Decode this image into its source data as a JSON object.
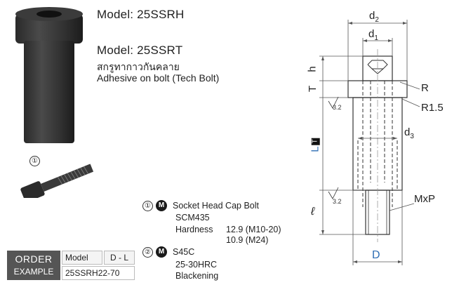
{
  "product": {
    "model_1": "Model: 25SSRH",
    "model_2": "Model: 25SSRT",
    "thai_note": "สกรูทากาวกันคลาย",
    "adhesive_note": "Adhesive on bolt (Tech Bolt)"
  },
  "parts": [
    {
      "number": "①",
      "badge": "M",
      "lines": [
        "Socket Head Cap Bolt",
        "SCM435"
      ],
      "hardness_label": "Hardness",
      "hardness_values": [
        "12.9 (M10-20)",
        "10.9 (M24)"
      ]
    },
    {
      "number": "②",
      "badge": "M",
      "lines": [
        "S45C",
        "25-30HRC",
        "Blackening"
      ]
    }
  ],
  "bolt_callout": "①",
  "order": {
    "label_top": "ORDER",
    "label_bottom": "EXAMPLE",
    "col_model": "Model",
    "col_dl": "D - L",
    "example": "25SSRH22-70"
  },
  "drawing": {
    "d2": "d",
    "d2_sub": "2",
    "d1": "d",
    "d1_sub": "1",
    "d3": "d",
    "d3_sub": "3",
    "h": "h",
    "T": "T",
    "L": "L",
    "LT_badge": "T",
    "ell": "ℓ",
    "R": "R",
    "R15": "R1.5",
    "MxP": "MxP",
    "D": "D",
    "rough1": "3.2",
    "rough2": "3.2",
    "colors": {
      "blue": "#2e6db4",
      "line": "#333333",
      "dim": "#555555"
    }
  }
}
